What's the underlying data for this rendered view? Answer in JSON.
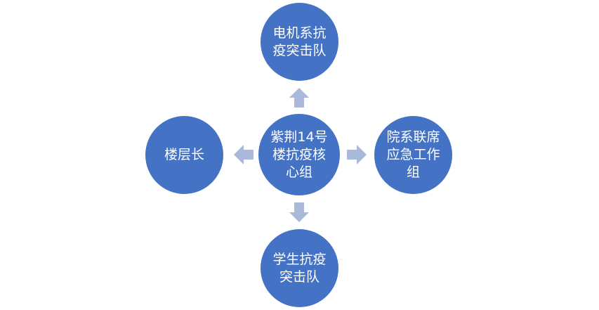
{
  "colors": {
    "node_fill": "#4472c4",
    "node_text": "#ffffff",
    "arrow_fill": "#aab9d9"
  },
  "diagram": {
    "center": {
      "label": "紫荆14号\n楼抗疫核\n心组"
    },
    "top": {
      "label": "电机系抗\n疫突击队"
    },
    "bottom": {
      "label": "学生抗疫\n突击队"
    },
    "left": {
      "label": "楼层长"
    },
    "right": {
      "label": "院系联席\n应急工作\n组"
    }
  }
}
